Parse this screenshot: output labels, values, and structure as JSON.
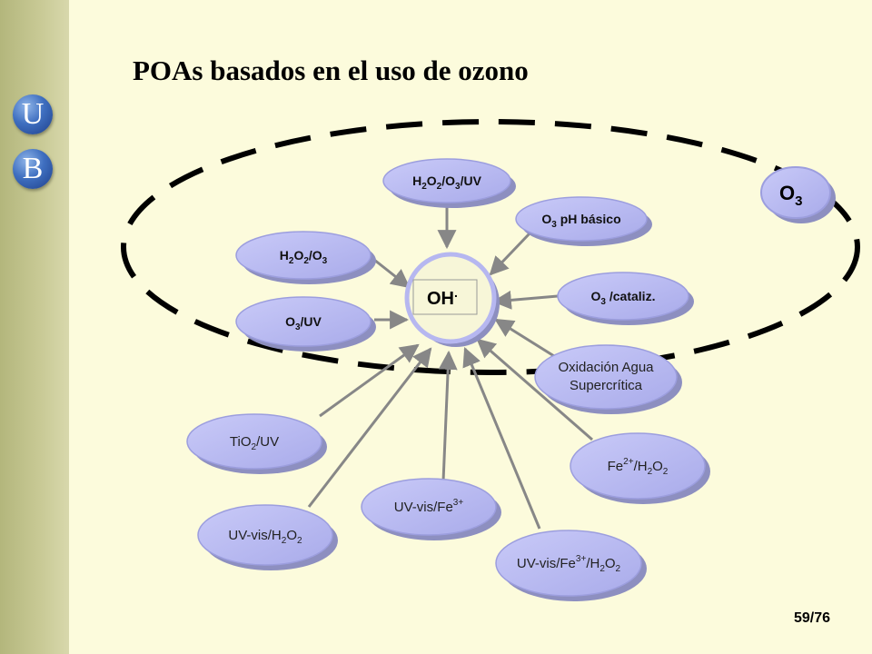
{
  "slide": {
    "title": "POAs basados en el uso de ozono",
    "page": "59/76"
  },
  "logo": {
    "letters": [
      "U",
      "B"
    ]
  },
  "diagram": {
    "center": {
      "label": "OH",
      "sup": "."
    },
    "region": {
      "base": "O",
      "sub": "3"
    },
    "nodes": {
      "h2o2_o3_uv": [
        [
          "H",
          ""
        ],
        [
          "2",
          "sub"
        ],
        [
          "O",
          ""
        ],
        [
          "2",
          "sub"
        ],
        [
          "/O",
          ""
        ],
        [
          "3",
          "sub"
        ],
        [
          "/UV",
          ""
        ]
      ],
      "o3_ph": [
        [
          "O",
          ""
        ],
        [
          "3",
          "sub"
        ],
        [
          " pH básico",
          ""
        ]
      ],
      "h2o2_o3": [
        [
          "H",
          ""
        ],
        [
          "2",
          "sub"
        ],
        [
          "O",
          ""
        ],
        [
          "2",
          "sub"
        ],
        [
          "/O",
          ""
        ],
        [
          "3",
          "sub"
        ]
      ],
      "o3_catal": [
        [
          "O",
          ""
        ],
        [
          "3",
          "sub"
        ],
        [
          " /cataliz.",
          ""
        ]
      ],
      "o3_uv": [
        [
          "O",
          ""
        ],
        [
          "3",
          "sub"
        ],
        [
          "/UV",
          ""
        ]
      ],
      "supercritical": {
        "line1": "Oxidación Agua",
        "line2": "Supercrítica"
      },
      "tio2_uv": [
        [
          "TiO",
          ""
        ],
        [
          "2",
          "sub"
        ],
        [
          "/UV",
          ""
        ]
      ],
      "fe_h2o2": [
        [
          "Fe",
          ""
        ],
        [
          "2+",
          "sup"
        ],
        [
          "/H",
          ""
        ],
        [
          "2",
          "sub"
        ],
        [
          "O",
          ""
        ],
        [
          "2",
          "sub"
        ]
      ],
      "uvvis_fe": [
        [
          "UV-vis/Fe",
          ""
        ],
        [
          "3+",
          "sup"
        ]
      ],
      "uvvis_h2o2": [
        [
          "UV-vis/H",
          ""
        ],
        [
          "2",
          "sub"
        ],
        [
          "O",
          ""
        ],
        [
          "2",
          "sub"
        ]
      ],
      "uvvis_fe_h2o2": [
        [
          "UV-vis/Fe",
          ""
        ],
        [
          "3+",
          "sup"
        ],
        [
          "/H",
          ""
        ],
        [
          "2",
          "sub"
        ],
        [
          "O",
          ""
        ],
        [
          "2",
          "sub"
        ]
      ]
    }
  },
  "colors": {
    "node_fill": "#b6b7f0",
    "node_shadow": "#8d8fc0",
    "center_fill": "#f7f6d8",
    "arrow": "#878787",
    "dashed_ellipse": "#000000",
    "logo_blue": "#3f6fc0"
  }
}
